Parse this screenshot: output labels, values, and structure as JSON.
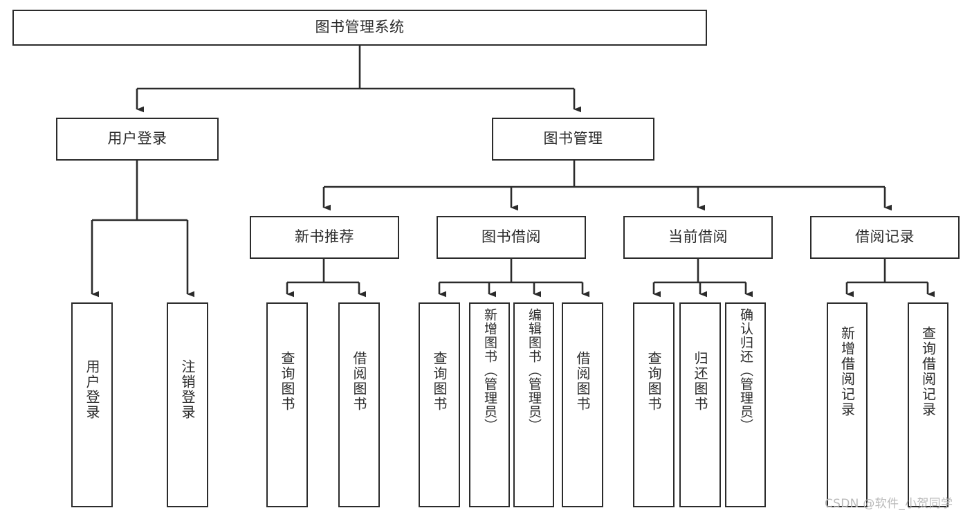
{
  "diagram": {
    "type": "tree-hierarchy-chart",
    "title": "图书管理系统",
    "colors": {
      "stroke": "#2b2b2b",
      "fill": "#ffffff",
      "text": "#2b2b2b",
      "watermark": "#b9b9b9"
    },
    "levels": [
      {
        "level": 1,
        "nodes": [
          {
            "id": "root",
            "label": "图书管理系统",
            "orientation": "horizontal"
          }
        ]
      },
      {
        "level": 2,
        "nodes": [
          {
            "id": "user-login",
            "label": "用户登录",
            "orientation": "horizontal",
            "parent": "root"
          },
          {
            "id": "book-management",
            "label": "图书管理",
            "orientation": "horizontal",
            "parent": "root"
          }
        ]
      },
      {
        "level": 3,
        "nodes": [
          {
            "id": "new-book-recommend",
            "label": "新书推荐",
            "orientation": "horizontal",
            "parent": "book-management"
          },
          {
            "id": "book-borrow",
            "label": "图书借阅",
            "orientation": "horizontal",
            "parent": "book-management"
          },
          {
            "id": "current-borrow",
            "label": "当前借阅",
            "orientation": "horizontal",
            "parent": "book-management"
          },
          {
            "id": "borrow-record",
            "label": "借阅记录",
            "orientation": "horizontal",
            "parent": "book-management"
          }
        ]
      },
      {
        "level": 4,
        "nodes": [
          {
            "id": "leaf-user-login",
            "label": "用户登录",
            "orientation": "vertical",
            "parent": "user-login"
          },
          {
            "id": "leaf-logout-login",
            "label": "注销登录",
            "orientation": "vertical",
            "parent": "user-login"
          },
          {
            "id": "leaf-query-book-1",
            "label": "查询图书",
            "orientation": "vertical",
            "parent": "new-book-recommend"
          },
          {
            "id": "leaf-borrow-book-1",
            "label": "借阅图书",
            "orientation": "vertical",
            "parent": "new-book-recommend"
          },
          {
            "id": "leaf-query-book-2",
            "label": "查询图书",
            "orientation": "vertical",
            "parent": "book-borrow"
          },
          {
            "id": "leaf-add-book",
            "label": "新增图书（管理员）",
            "orientation": "vertical",
            "parent": "book-borrow"
          },
          {
            "id": "leaf-edit-book",
            "label": "编辑图书（管理员）",
            "orientation": "vertical",
            "parent": "book-borrow"
          },
          {
            "id": "leaf-borrow-book-2",
            "label": "借阅图书",
            "orientation": "vertical",
            "parent": "book-borrow"
          },
          {
            "id": "leaf-query-book-3",
            "label": "查询图书",
            "orientation": "vertical",
            "parent": "current-borrow"
          },
          {
            "id": "leaf-return-book",
            "label": "归还图书",
            "orientation": "vertical",
            "parent": "current-borrow"
          },
          {
            "id": "leaf-confirm-return",
            "label": "确认归还（管理员）",
            "orientation": "vertical",
            "parent": "current-borrow"
          },
          {
            "id": "leaf-add-record",
            "label": "新增借阅记录",
            "orientation": "vertical",
            "parent": "borrow-record"
          },
          {
            "id": "leaf-query-record",
            "label": "查询借阅记录",
            "orientation": "vertical",
            "parent": "borrow-record"
          }
        ]
      }
    ],
    "watermark": "CSDN @软件_小贺同学"
  }
}
